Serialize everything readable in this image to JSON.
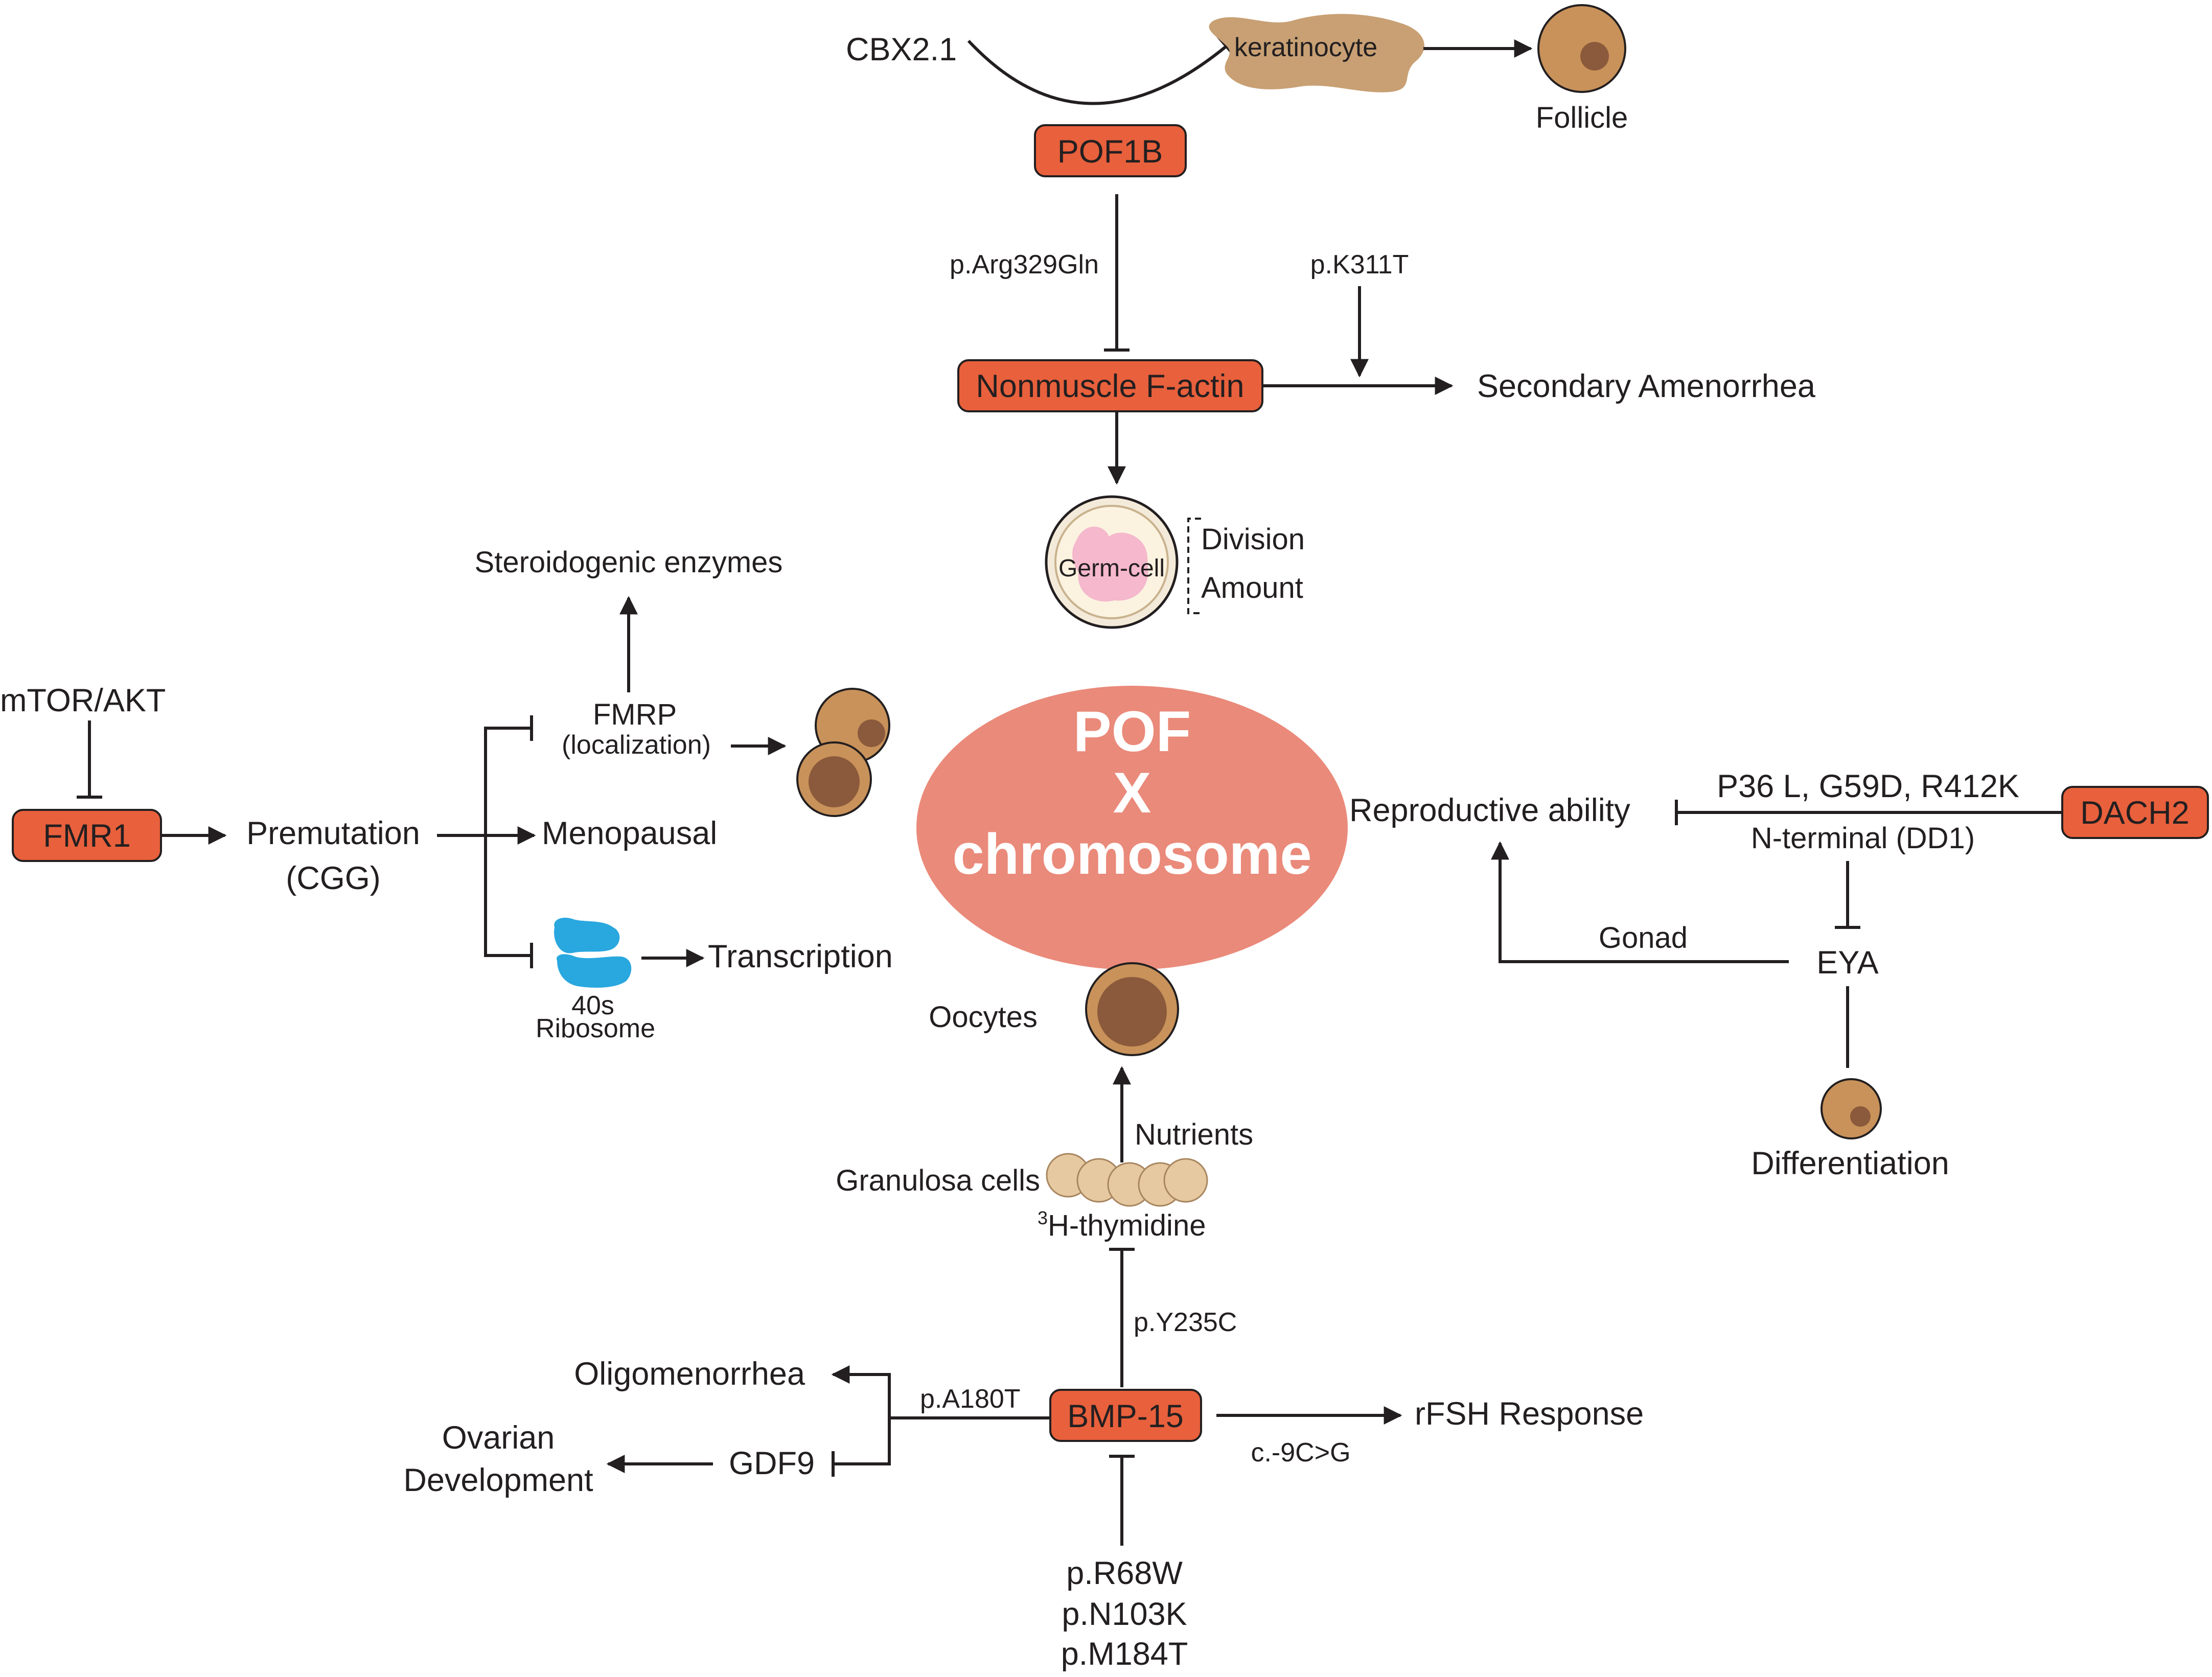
{
  "center": {
    "line1": "POF",
    "line2": "X",
    "line3": "chromosome",
    "color": "#ea8a7a"
  },
  "genes": {
    "pof1b": "POF1B",
    "fmr1": "FMR1",
    "dach2": "DACH2",
    "bmp15": "BMP-15",
    "nonmuscle": "Nonmuscle F-actin",
    "box_color": "#e8603c"
  },
  "top": {
    "cbx": "CBX2.1",
    "keratinocyte": "keratinocyte",
    "follicle": "Follicle",
    "mut1": "p.Arg329Gln",
    "mut2": "p.K311T",
    "secondary": "Secondary Amenorrhea",
    "germcell": "Germ-cell",
    "division": "Division",
    "amount": "Amount"
  },
  "left": {
    "mtor": "mTOR/AKT",
    "premutation": "Premutation",
    "cgg": "(CGG)",
    "menopausal": "Menopausal",
    "fmrp": "FMRP",
    "localization": "(localization)",
    "steroid": "Steroidogenic enzymes",
    "ribosome_40s": "40s",
    "ribosome": "Ribosome",
    "transcription": "Transcription"
  },
  "right": {
    "reproductive": "Reproductive ability",
    "mutations": "P36 L, G59D, R412K",
    "nterminal": "N-terminal (DD1)",
    "gonad": "Gonad",
    "eya": "EYA",
    "differentiation": "Differentiation"
  },
  "bottom": {
    "oocytes": "Oocytes",
    "nutrients": "Nutrients",
    "granulosa": "Granulosa cells",
    "thymidine_sup": "3",
    "thymidine": "H-thymidine",
    "py235c": "p.Y235C",
    "oligo": "Oligomenorrhea",
    "pa180t": "p.A180T",
    "ovarian1": "Ovarian",
    "ovarian2": "Development",
    "gdf9": "GDF9",
    "rfsh": "rFSH Response",
    "c9c": "c.-9C>G",
    "pr68w": "p.R68W",
    "pn103k": "p.N103K",
    "pm184t": "p.M184T"
  },
  "icons": {
    "follicle_cell": "follicle-cell-icon",
    "germ_cell": "germ-cell-icon",
    "ribosome": "ribosome-icon",
    "oocyte": "oocyte-icon",
    "granulosa": "granulosa-cells-icon",
    "keratinocyte": "keratinocyte-icon",
    "cell_outer": "#c8925a",
    "cell_nucleus": "#8b5a3c",
    "ribosome_color": "#29a7df",
    "germ_color": "#f5b8cc",
    "granulosa_color": "#e6c9a0"
  }
}
